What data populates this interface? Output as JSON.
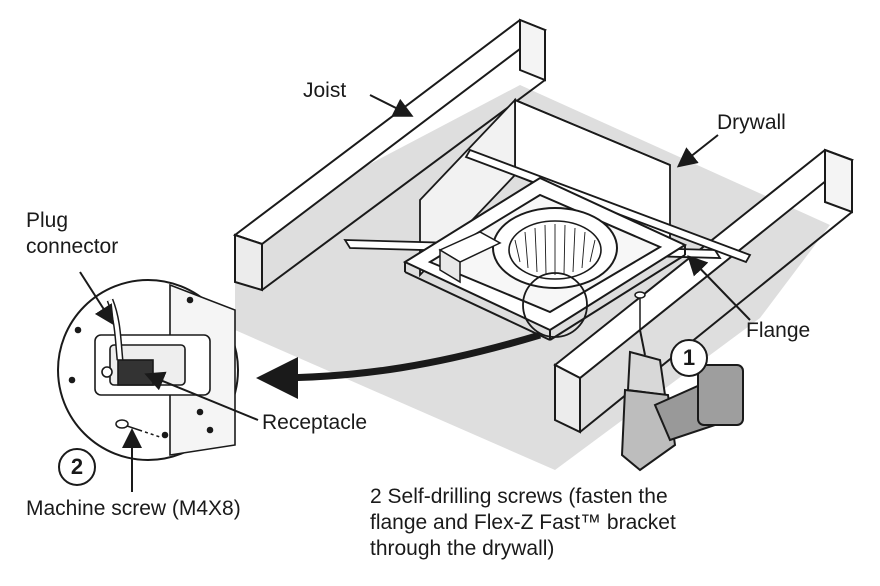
{
  "labels": {
    "joist": "Joist",
    "drywall": "Drywall",
    "plug_connector_line1": "Plug",
    "plug_connector_line2": "connector",
    "flange": "Flange",
    "receptacle": "Receptacle",
    "machine_screw": "Machine screw (M4X8)"
  },
  "steps": {
    "step1": "1",
    "step2": "2"
  },
  "note": {
    "line1": "2 Self-drilling screws (fasten the",
    "line2": "flange and Flex-Z Fast™ bracket",
    "line3": "through the drywall)"
  },
  "colors": {
    "line": "#1a1a1a",
    "drywall_fill": "#d9d9d9",
    "background": "#ffffff"
  }
}
